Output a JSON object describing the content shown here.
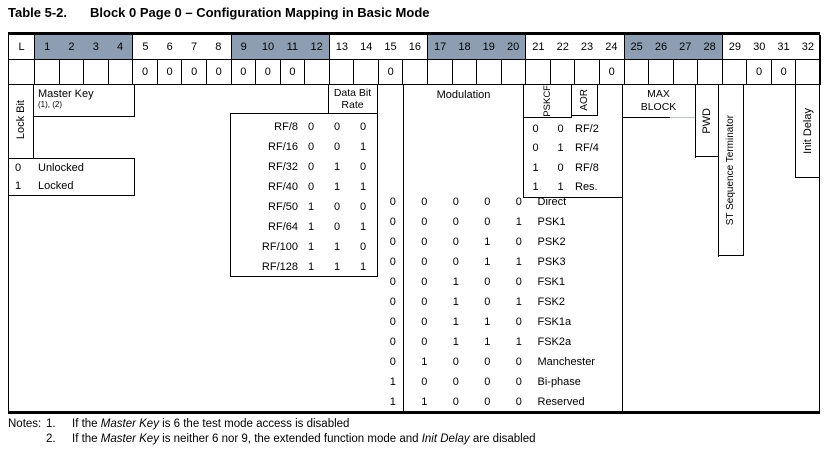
{
  "title": {
    "label": "Table 5-2.",
    "text": "Block 0 Page 0 – Configuration Mapping in Basic Mode"
  },
  "colors": {
    "shaded_header": "#8d9eb3",
    "line": "#000000",
    "gray_line_segment": "#b8bfc6"
  },
  "header": {
    "corner": "L",
    "cells": [
      {
        "n": "1",
        "cls": "shaded"
      },
      {
        "n": "2",
        "cls": "shaded"
      },
      {
        "n": "3",
        "cls": "shaded"
      },
      {
        "n": "4",
        "cls": "shaded end"
      },
      {
        "n": "5",
        "cls": ""
      },
      {
        "n": "6",
        "cls": ""
      },
      {
        "n": "7",
        "cls": ""
      },
      {
        "n": "8",
        "cls": "end"
      },
      {
        "n": "9",
        "cls": "shaded"
      },
      {
        "n": "10",
        "cls": "shaded"
      },
      {
        "n": "11",
        "cls": "shaded"
      },
      {
        "n": "12",
        "cls": "shaded end"
      },
      {
        "n": "13",
        "cls": ""
      },
      {
        "n": "14",
        "cls": ""
      },
      {
        "n": "15",
        "cls": ""
      },
      {
        "n": "16",
        "cls": "end"
      },
      {
        "n": "17",
        "cls": "shaded"
      },
      {
        "n": "18",
        "cls": "shaded"
      },
      {
        "n": "19",
        "cls": "shaded"
      },
      {
        "n": "20",
        "cls": "shaded end"
      },
      {
        "n": "21",
        "cls": ""
      },
      {
        "n": "22",
        "cls": ""
      },
      {
        "n": "23",
        "cls": ""
      },
      {
        "n": "24",
        "cls": "end"
      },
      {
        "n": "25",
        "cls": "shaded"
      },
      {
        "n": "26",
        "cls": "shaded"
      },
      {
        "n": "27",
        "cls": "shaded"
      },
      {
        "n": "28",
        "cls": "shaded end"
      },
      {
        "n": "29",
        "cls": ""
      },
      {
        "n": "30",
        "cls": ""
      },
      {
        "n": "31",
        "cls": ""
      },
      {
        "n": "32",
        "cls": "end"
      }
    ],
    "values": [
      "",
      "",
      "",
      "",
      "",
      "0",
      "0",
      "0",
      "0",
      "0",
      "0",
      "0",
      "",
      "",
      "",
      "0",
      "",
      "",
      "",
      "",
      "",
      "",
      "",
      "",
      "0",
      "",
      "",
      "",
      "",
      "",
      "0",
      "0",
      ""
    ]
  },
  "fields": {
    "lock_bit": "Lock Bit",
    "master_key": {
      "label": "Master Key",
      "note_refs": "(1), (2)"
    },
    "data_bit_rate": {
      "line1": "Data Bit",
      "line2": "Rate"
    },
    "modulation": "Modulation",
    "pskcf": "PSKCF",
    "aor": "AOR",
    "max_block": {
      "line1": "MAX",
      "line2": "BLOCK"
    },
    "pwd": "PWD",
    "st_sequence_terminator": "ST Sequence Terminator",
    "init_delay": "Init Delay"
  },
  "lock_legend": [
    {
      "bit": "0",
      "label": "Unlocked"
    },
    {
      "bit": "1",
      "label": "Locked"
    }
  ],
  "bit_rate_table": [
    {
      "label": "RF/8",
      "bits": [
        "0",
        "0",
        "0"
      ]
    },
    {
      "label": "RF/16",
      "bits": [
        "0",
        "0",
        "1"
      ]
    },
    {
      "label": "RF/32",
      "bits": [
        "0",
        "1",
        "0"
      ]
    },
    {
      "label": "RF/40",
      "bits": [
        "0",
        "1",
        "1"
      ]
    },
    {
      "label": "RF/50",
      "bits": [
        "1",
        "0",
        "0"
      ]
    },
    {
      "label": "RF/64",
      "bits": [
        "1",
        "0",
        "1"
      ]
    },
    {
      "label": "RF/100",
      "bits": [
        "1",
        "1",
        "0"
      ]
    },
    {
      "label": "RF/128",
      "bits": [
        "1",
        "1",
        "1"
      ]
    }
  ],
  "pskcf_table": [
    {
      "bits": [
        "0",
        "0"
      ],
      "label": "RF/2"
    },
    {
      "bits": [
        "0",
        "1"
      ],
      "label": "RF/4"
    },
    {
      "bits": [
        "1",
        "0"
      ],
      "label": "RF/8"
    },
    {
      "bits": [
        "1",
        "1"
      ],
      "label": "Res."
    }
  ],
  "modulation_table": [
    {
      "bits": [
        "0",
        "0",
        "0",
        "0",
        "0"
      ],
      "label": "Direct"
    },
    {
      "bits": [
        "0",
        "0",
        "0",
        "0",
        "1"
      ],
      "label": "PSK1"
    },
    {
      "bits": [
        "0",
        "0",
        "0",
        "1",
        "0"
      ],
      "label": "PSK2"
    },
    {
      "bits": [
        "0",
        "0",
        "0",
        "1",
        "1"
      ],
      "label": "PSK3"
    },
    {
      "bits": [
        "0",
        "0",
        "1",
        "0",
        "0"
      ],
      "label": "FSK1"
    },
    {
      "bits": [
        "0",
        "0",
        "1",
        "0",
        "1"
      ],
      "label": "FSK2"
    },
    {
      "bits": [
        "0",
        "0",
        "1",
        "1",
        "0"
      ],
      "label": "FSK1a"
    },
    {
      "bits": [
        "0",
        "0",
        "1",
        "1",
        "1"
      ],
      "label": "FSK2a"
    },
    {
      "bits": [
        "0",
        "1",
        "0",
        "0",
        "0"
      ],
      "label": "Manchester"
    },
    {
      "bits": [
        "1",
        "0",
        "0",
        "0",
        "0"
      ],
      "label": "Bi-phase"
    },
    {
      "bits": [
        "1",
        "1",
        "0",
        "0",
        "0"
      ],
      "label": "Reserved"
    }
  ],
  "notes": {
    "label": "Notes:",
    "n1": {
      "num": "1.",
      "pre": "If the ",
      "italic": "Master Key",
      "post": " is 6 the test mode access is disabled"
    },
    "n2": {
      "num": "2.",
      "pre": "If the ",
      "italic1": "Master Key",
      "mid": " is neither 6 nor 9, the extended function mode and ",
      "italic2": "Init Delay",
      "post": " are disabled"
    }
  }
}
